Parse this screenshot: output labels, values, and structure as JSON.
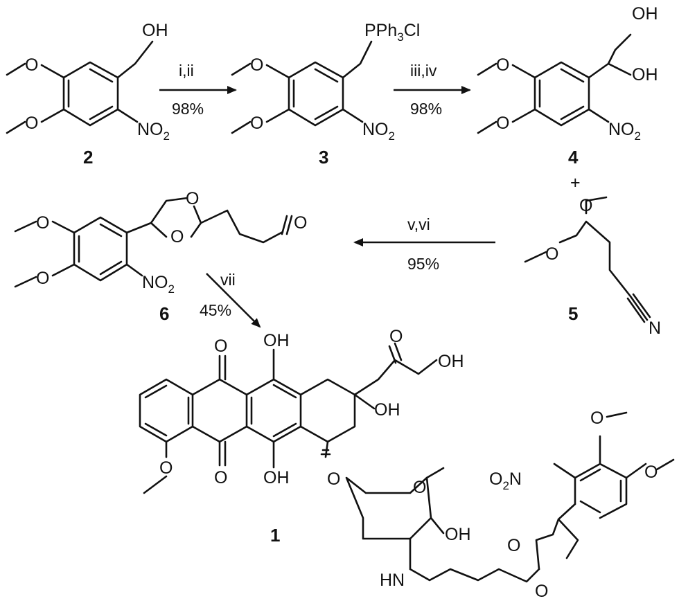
{
  "atoms": {
    "oh": "OH",
    "o": "O",
    "no2_n": "NO",
    "no2_sub": "2",
    "no2_rev": "O",
    "no2_rev_tail": "N",
    "pph3": "PPh",
    "pph3_sub": "3",
    "cl": "Cl",
    "n": "N",
    "hn": "HN",
    "plus": "+"
  },
  "compounds": {
    "c1": "1",
    "c2": "2",
    "c3": "3",
    "c4": "4",
    "c5": "5",
    "c6": "6"
  },
  "steps": [
    {
      "conditions": "i,ii",
      "yield": "98%"
    },
    {
      "conditions": "iii,iv",
      "yield": "98%"
    },
    {
      "conditions": "v,vi",
      "yield": "95%"
    },
    {
      "conditions": "vii",
      "yield": "45%"
    }
  ]
}
